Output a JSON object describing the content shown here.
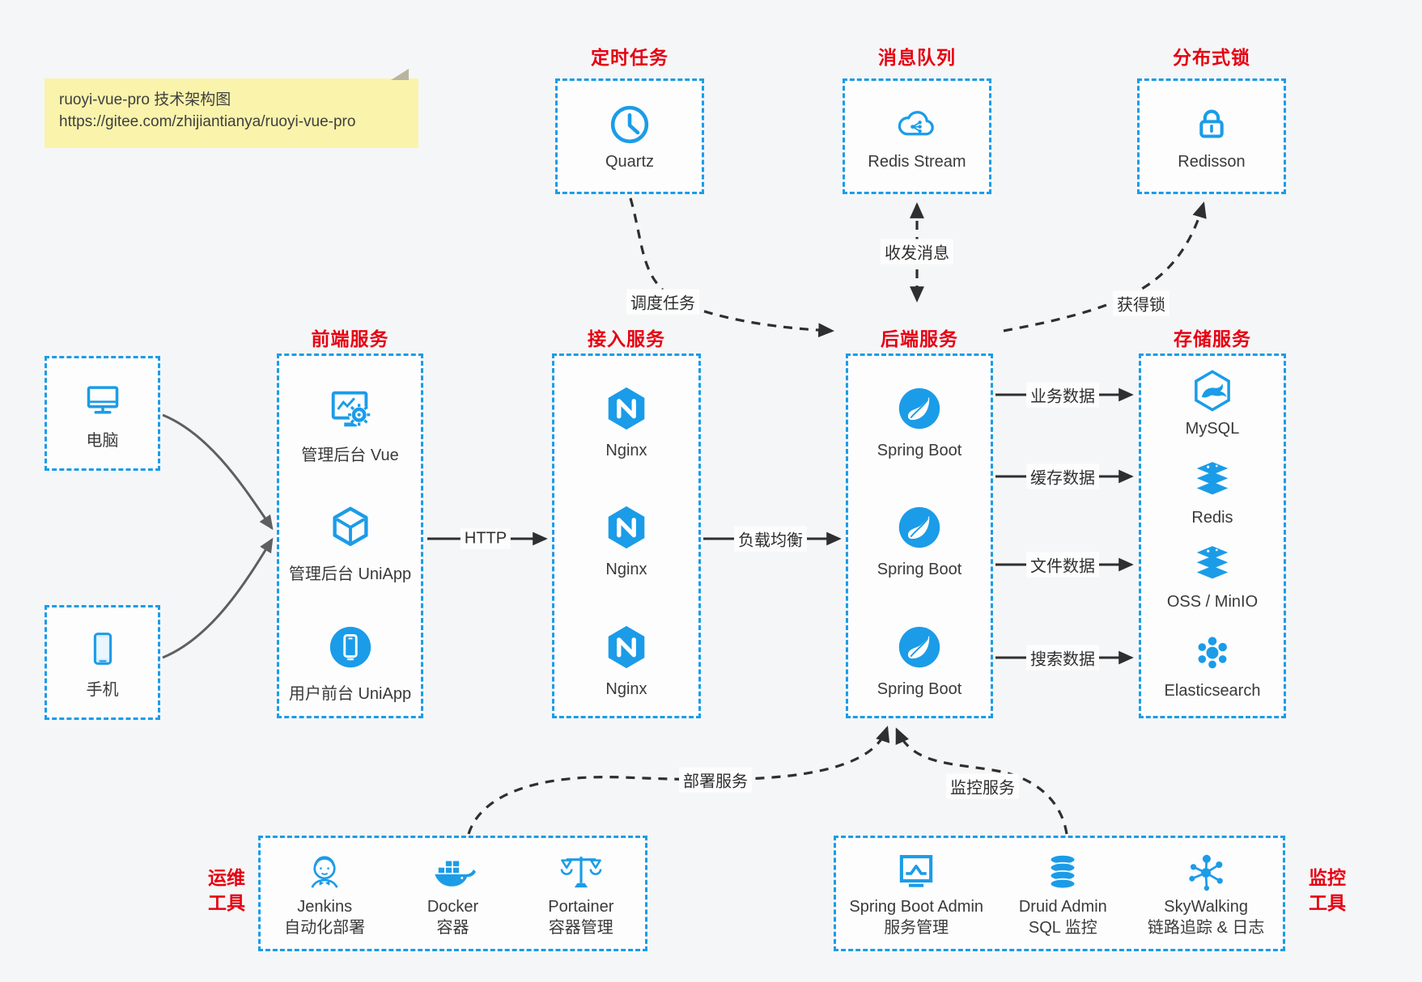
{
  "note": {
    "line1": "ruoyi-vue-pro 技术架构图",
    "line2": "https://gitee.com/zhijiantianya/ruoyi-vue-pro"
  },
  "colors": {
    "accent_blue": "#1b9ce8",
    "title_red": "#e60012",
    "text_dark": "#3a3a3a",
    "note_bg": "#f9f3ab",
    "canvas_bg": "#f5f6f7",
    "arrow_dark": "#2f2f2f",
    "arrow_gray": "#5f5f5f"
  },
  "scheduler": {
    "title": "定时任务",
    "label": "Quartz"
  },
  "mq": {
    "title": "消息队列",
    "label": "Redis Stream"
  },
  "lock": {
    "title": "分布式锁",
    "label": "Redisson"
  },
  "clients": {
    "pc": "电脑",
    "mobile": "手机"
  },
  "frontend": {
    "title": "前端服务",
    "items": [
      "管理后台 Vue",
      "管理后台 UniApp",
      "用户前台 UniApp"
    ]
  },
  "gateway": {
    "title": "接入服务",
    "items": [
      "Nginx",
      "Nginx",
      "Nginx"
    ]
  },
  "backend": {
    "title": "后端服务",
    "items": [
      "Spring Boot",
      "Spring Boot",
      "Spring Boot"
    ]
  },
  "storage": {
    "title": "存储服务",
    "items": [
      "MySQL",
      "Redis",
      "OSS / MinIO",
      "Elasticsearch"
    ]
  },
  "ops": {
    "title": [
      "运维",
      "工具"
    ],
    "items": [
      {
        "name": "Jenkins",
        "desc": "自动化部署"
      },
      {
        "name": "Docker",
        "desc": "容器"
      },
      {
        "name": "Portainer",
        "desc": "容器管理"
      }
    ]
  },
  "monitoring": {
    "title": [
      "监控",
      "工具"
    ],
    "items": [
      {
        "name": "Spring Boot Admin",
        "desc": "服务管理"
      },
      {
        "name": "Druid Admin",
        "desc": "SQL 监控"
      },
      {
        "name": "SkyWalking",
        "desc": "链路追踪 & 日志"
      }
    ]
  },
  "edges": {
    "http": "HTTP",
    "load_balance": "负载均衡",
    "schedule_job": "调度任务",
    "send_receive_message": "收发消息",
    "acquire_lock": "获得锁",
    "business_data": "业务数据",
    "cache_data": "缓存数据",
    "file_data": "文件数据",
    "search_data": "搜索数据",
    "deploy_service": "部署服务",
    "monitor_service": "监控服务"
  }
}
